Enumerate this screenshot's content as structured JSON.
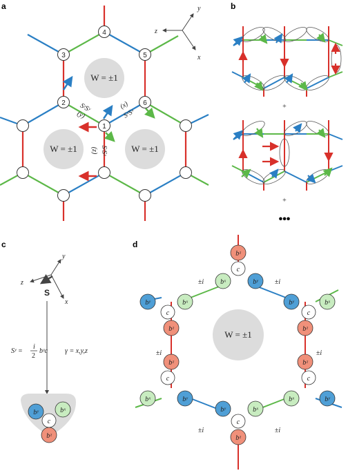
{
  "panels": {
    "a": {
      "label": "a",
      "site_numbers": [
        "1",
        "2",
        "3",
        "4",
        "5",
        "6"
      ],
      "plaquette_label": "W = ±1",
      "axes": {
        "x": "x",
        "y": "y",
        "z": "z"
      },
      "bond_labels": {
        "x_op": "SˣSˣ",
        "x_tag": "(x)",
        "y_op": "SʸSʸ",
        "y_tag": "(y)",
        "z_op": "SᶻSᶻ",
        "z_tag": "(z)"
      }
    },
    "b": {
      "label": "b",
      "plus1": "+",
      "plus2": "+",
      "ellipsis": "•••"
    },
    "c": {
      "label": "c",
      "axes": {
        "x": "x",
        "y": "y",
        "z": "z"
      },
      "spin_symbol": "S",
      "formula_left": "Sʸ =",
      "formula_frac_num": "i",
      "formula_frac_den": "2",
      "formula_right": "bʸc",
      "gamma_def": "γ = x,y,z",
      "majoranas": {
        "by": "bʸ",
        "bx": "bˣ",
        "bz": "bᶻ",
        "c": "c"
      }
    },
    "d": {
      "label": "d",
      "plaquette_label": "W = ±1",
      "pm_i": "±i",
      "majoranas": {
        "by": "bʸ",
        "bx": "bˣ",
        "bz": "bᶻ",
        "c": "c"
      }
    }
  },
  "colors": {
    "x_bond": "#5cb848",
    "y_bond": "#2a7fc4",
    "z_bond": "#d8302a",
    "plaquette": "#dcdcdc",
    "bx_fill": "#c8ecc0",
    "by_fill": "#4f9fd6",
    "bz_fill": "#f0907a"
  }
}
